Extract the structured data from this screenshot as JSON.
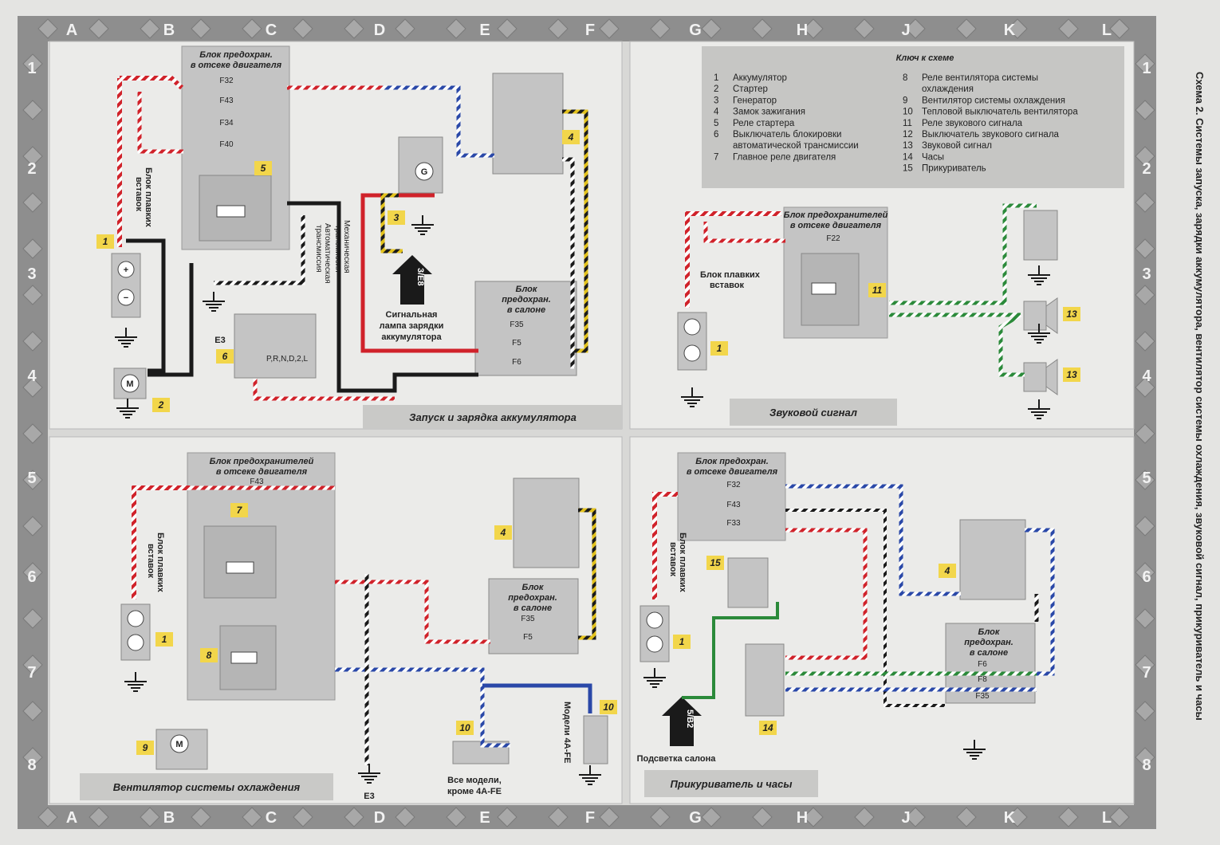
{
  "scheme_title": "Схема 2. Системы запуска, зарядки аккумулятора, вентилятор системы охлаждения, звуковой сигнал, прикуриватель и часы",
  "columns": [
    "A",
    "B",
    "C",
    "D",
    "E",
    "F",
    "G",
    "H",
    "J",
    "K",
    "L"
  ],
  "rows": [
    "1",
    "2",
    "3",
    "4",
    "5",
    "6",
    "7",
    "8"
  ],
  "key": {
    "title": "Ключ к схеме",
    "items": [
      {
        "n": "1",
        "t": "Аккумулятор"
      },
      {
        "n": "2",
        "t": "Стартер"
      },
      {
        "n": "3",
        "t": "Генератор"
      },
      {
        "n": "4",
        "t": "Замок зажигания"
      },
      {
        "n": "5",
        "t": "Реле стартера"
      },
      {
        "n": "6",
        "t": "Выключатель блокировки"
      },
      {
        "n": "",
        "t": "автоматической трансмиссии"
      },
      {
        "n": "7",
        "t": "Главное реле двигателя"
      },
      {
        "n": "8",
        "t": "Реле вентилятора системы"
      },
      {
        "n": "",
        "t": "охлаждения"
      },
      {
        "n": "9",
        "t": "Вентилятор системы охлаждения"
      },
      {
        "n": "10",
        "t": "Тепловой выключатель вентилятора"
      },
      {
        "n": "11",
        "t": "Реле звукового сигнала"
      },
      {
        "n": "12",
        "t": "Выключатель звукового сигнала"
      },
      {
        "n": "13",
        "t": "Звуковой сигнал"
      },
      {
        "n": "14",
        "t": "Часы"
      },
      {
        "n": "15",
        "t": "Прикуриватель"
      }
    ]
  },
  "panels": {
    "starting": {
      "title": "Запуск и зарядка аккумулятора",
      "fuse_engine_1": "Блок предохран.",
      "fuse_engine_2": "в отсеке двигателя",
      "fuse_cabin_1": "Блок",
      "fuse_cabin_2": "предохран.",
      "fuse_cabin_3": "в салоне",
      "fusible_1": "Блок плавких",
      "fusible_2": "вставок",
      "fuses": [
        "F32",
        "F43",
        "F34",
        "F40"
      ],
      "cabin_fuses": [
        "F35",
        "F5",
        "F6"
      ],
      "manual_1": "Механическая",
      "manual_2": "трансмиссия",
      "auto_1": "Автоматическая",
      "auto_2": "трансмиссия",
      "warn_1": "Сигнальная",
      "warn_2": "лампа зарядки",
      "warn_3": "аккумулятора",
      "ref": "3/E8",
      "ground": "E3",
      "gear": "P,R,N,D,2,L",
      "gen": "G",
      "motor": "M"
    },
    "horn": {
      "title": "Звуковой сигнал",
      "fuse_1": "Блок предохранителей",
      "fuse_2": "в отсеке двигателя",
      "fuse": "F22",
      "fusible_1": "Блок плавких",
      "fusible_2": "вставок"
    },
    "fan": {
      "title": "Вентилятор системы охлаждения",
      "fuse_1": "Блок предохранителей",
      "fuse_2": "в отсеке двигателя",
      "fuse": "F43",
      "cabin_1": "Блок",
      "cabin_2": "предохран.",
      "cabin_3": "в салоне",
      "cabin_fuses": [
        "F35",
        "F5"
      ],
      "fusible_1": "Блок плавких",
      "fusible_2": "вставок",
      "models": "Модели 4A-FE",
      "all_1": "Все модели,",
      "all_2": "кроме 4A-FE",
      "ground": "E3",
      "motor": "M"
    },
    "lighter": {
      "title": "Прикуриватель и часы",
      "fuse_1": "Блок предохран.",
      "fuse_2": "в отсеке двигателя",
      "fuses": [
        "F32",
        "F43",
        "F33"
      ],
      "cabin_1": "Блок",
      "cabin_2": "предохран.",
      "cabin_3": "в салоне",
      "cabin_fuses": [
        "F6",
        "F8",
        "F35"
      ],
      "fusible_1": "Блок плавких",
      "fusible_2": "вставок",
      "ref": "5/B2",
      "light": "Подсветка салона"
    }
  },
  "colors": {
    "frame": "#8e8e8e",
    "panel": "#ebebe9",
    "box": "#c4c4c4",
    "badge": "#f2d64b",
    "red": "#d0222a",
    "black": "#1a1a1a",
    "blue": "#2a48a8",
    "green": "#2b8a3a",
    "yellow": "#e3c21c"
  }
}
